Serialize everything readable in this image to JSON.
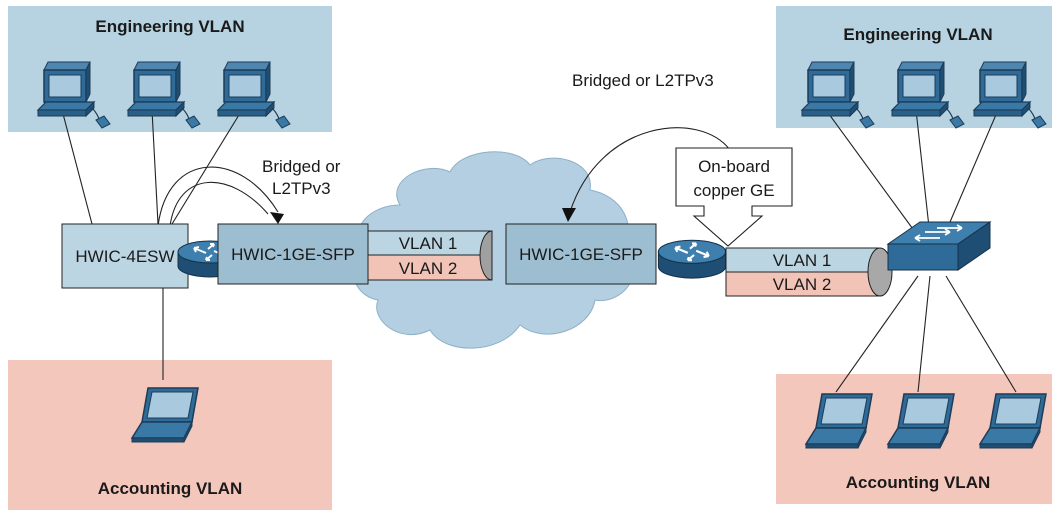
{
  "labels": {
    "engineering_vlan_left": "Engineering VLAN",
    "engineering_vlan_right": "Engineering VLAN",
    "accounting_vlan_left": "Accounting VLAN",
    "accounting_vlan_right": "Accounting VLAN",
    "hwic_4esw": "HWIC-4ESW",
    "hwic_1ge_sfp_left": "HWIC-1GE-SFP",
    "hwic_1ge_sfp_right": "HWIC-1GE-SFP",
    "bridged_left_line1": "Bridged or",
    "bridged_left_line2": "L2TPv3",
    "bridged_right": "Bridged or L2TPv3",
    "onboard_line1": "On-board",
    "onboard_line2": "copper GE",
    "tunnel_left_vlan1": "VLAN 1",
    "tunnel_left_vlan2": "VLAN 2",
    "tunnel_right_vlan1": "VLAN 1",
    "tunnel_right_vlan2": "VLAN 2"
  },
  "colors": {
    "engineering_bg": "#b7d3e1",
    "accounting_bg": "#f4c7bd",
    "module_fill": "#9dbdd0",
    "cloud_fill": "#b3cfe1",
    "router_fill": "#2f6b98",
    "vlan1_fill": "#bcd5e3",
    "vlan2_fill": "#f2c4b8"
  },
  "icons": [
    "desktop-pc-icon",
    "laptop-icon",
    "router-icon",
    "switch-icon",
    "cloud-icon"
  ]
}
